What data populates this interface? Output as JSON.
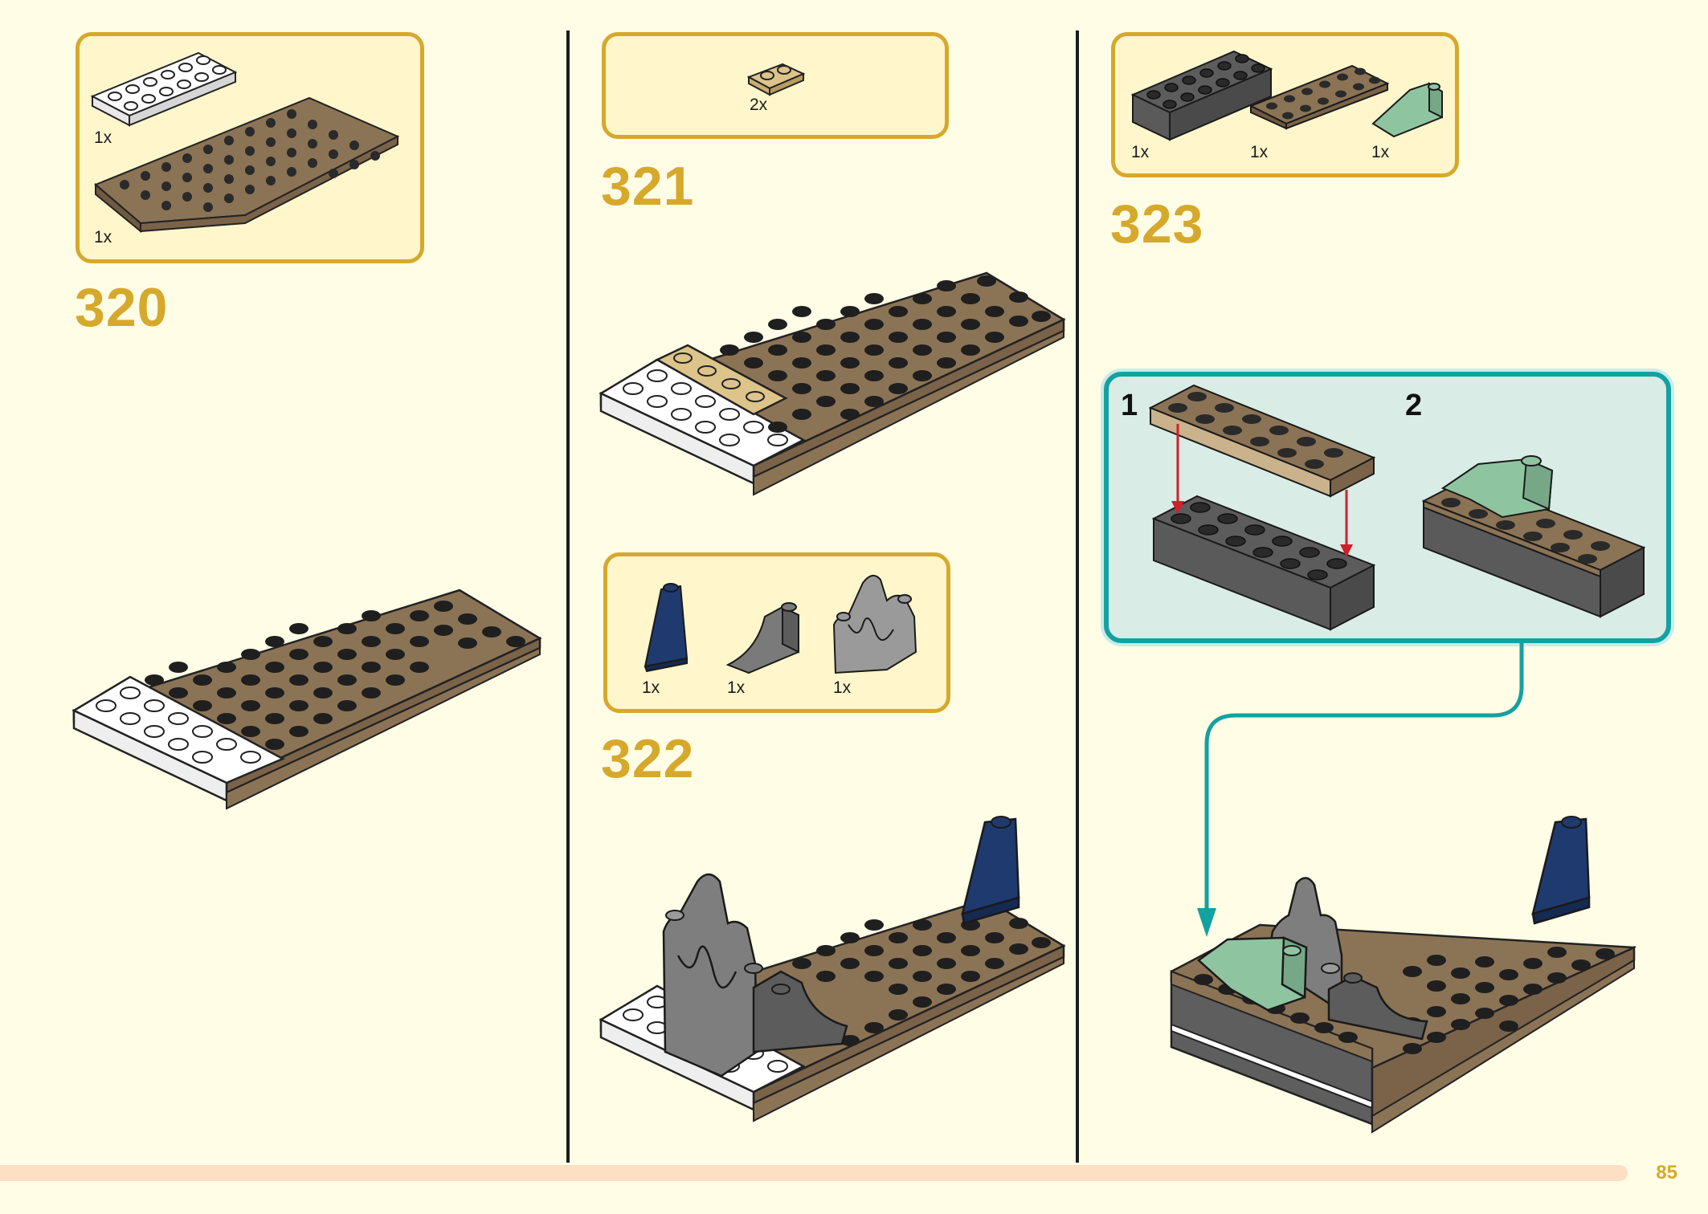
{
  "page": {
    "number": "85",
    "background": "#fffde6"
  },
  "colors": {
    "accent": "#d6a92c",
    "parts_box_fill": "#fff6cc",
    "callout_border": "#13a1a2",
    "callout_fill": "#d9ece6",
    "brick_tan_dark": "#8b7355",
    "brick_white": "#ffffff",
    "brick_dark_grey": "#5c5c5c",
    "brick_light_grey": "#8a8a8a",
    "brick_sand_green": "#8fc4a0",
    "brick_dark_blue": "#1f3a6e",
    "brick_tan": "#dcc48a",
    "arrow_red": "#d0202a"
  },
  "steps": [
    {
      "number": "320",
      "parts": [
        {
          "icon": "white-plate-2x6-icon",
          "qty": "1x"
        },
        {
          "icon": "dark-tan-wedge-plate-icon",
          "qty": "1x"
        }
      ]
    },
    {
      "number": "321",
      "parts": [
        {
          "icon": "tan-plate-1x2-icon",
          "qty": "2x"
        }
      ]
    },
    {
      "number": "322",
      "parts": [
        {
          "icon": "dark-blue-slope-icon",
          "qty": "1x"
        },
        {
          "icon": "dark-grey-curved-slope-icon",
          "qty": "1x"
        },
        {
          "icon": "grey-rock-panel-icon",
          "qty": "1x"
        }
      ]
    },
    {
      "number": "323",
      "parts": [
        {
          "icon": "dark-grey-brick-2x6-icon",
          "qty": "1x"
        },
        {
          "icon": "dark-tan-plate-2x6-icon",
          "qty": "1x"
        },
        {
          "icon": "sand-green-slope-icon",
          "qty": "1x"
        }
      ],
      "callout": {
        "sub1": "1",
        "sub2": "2"
      }
    }
  ]
}
